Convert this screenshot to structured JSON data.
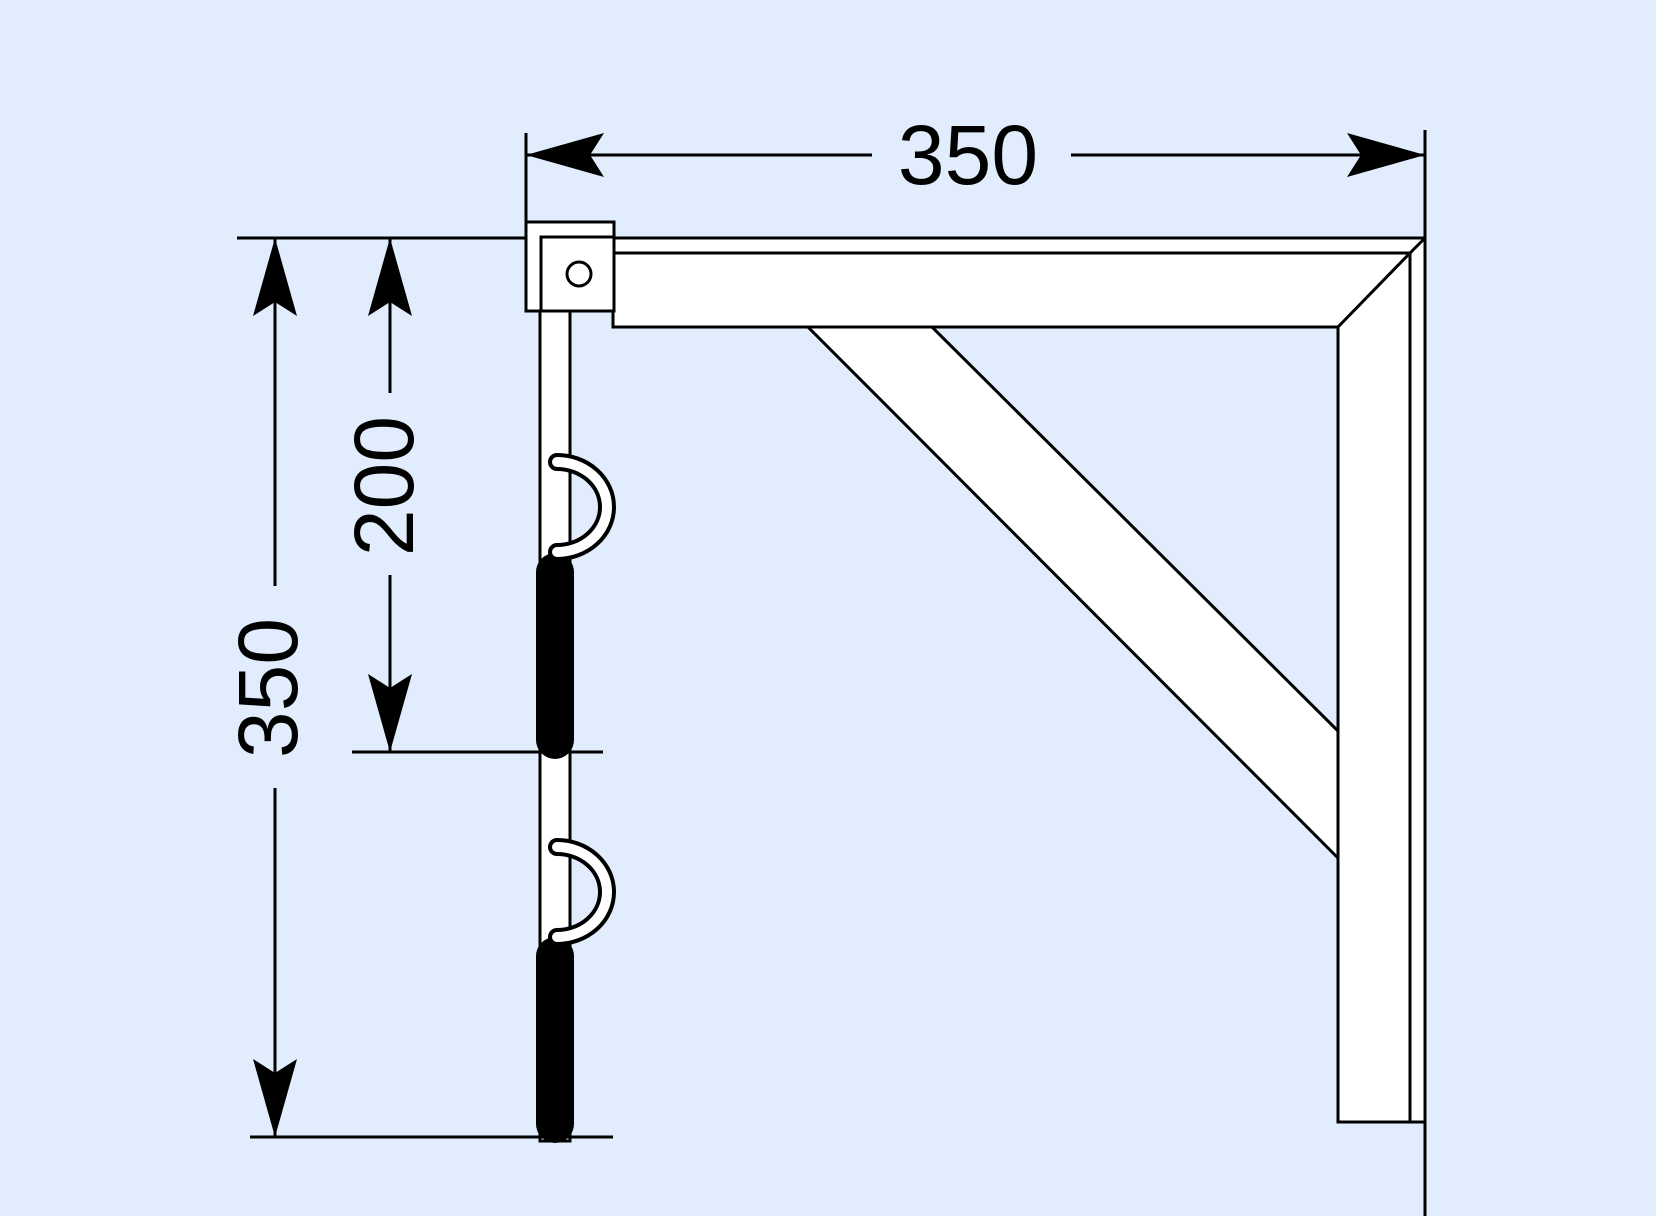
{
  "colors": {
    "background": "#e1edfc",
    "stroke": "#000000",
    "part_fill": "#ffffff",
    "grip": "#000000"
  },
  "dimensions": {
    "width": "350",
    "height": "350",
    "rail_height": "200"
  }
}
